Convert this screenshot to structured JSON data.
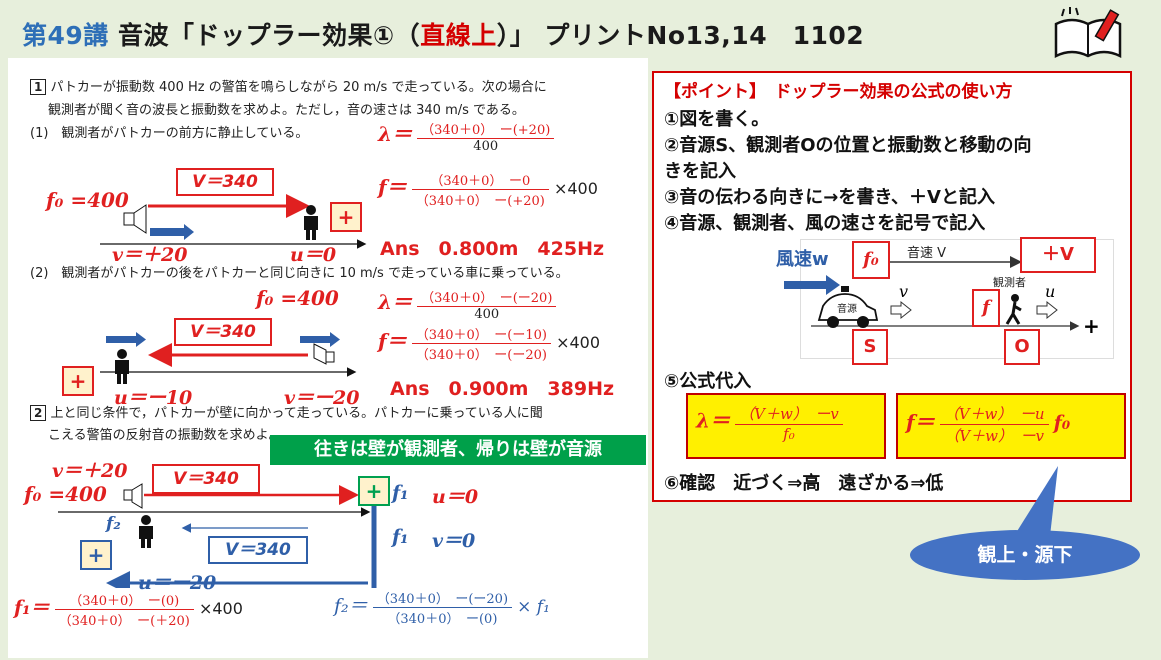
{
  "header": {
    "lecture": "第49講",
    "title_a": "音波「ドップラー効果①（",
    "title_red": "直線上",
    "title_b": "）」 プリントNo13,14　1102"
  },
  "problem1": {
    "number": "1",
    "text_line1": "パトカーが振動数 400 Hz の警笛を鳴らしながら 20 m/s で走っている。次の場合に",
    "text_line2": "観測者が聞く音の波長と振動数を求めよ。ただし，音の速さは 340 m/s である。",
    "sub1": "(1)　観測者がパトカーの前方に静止している。",
    "sub2": "(2)　観測者がパトカーの後をパトカーと同じ向きに 10 m/s で走っている車に乗っている。"
  },
  "case1": {
    "f0": "f₀ =400",
    "V": "V＝340",
    "v": "v＝＋20",
    "u": "u＝0",
    "plus": "+",
    "lambda_lhs": "λ＝",
    "lambda_num": "（340＋0）　ー(+20)",
    "lambda_den": "400",
    "f_lhs": "f＝",
    "f_num": "（340＋0）　ー0",
    "f_den": "（340＋0）　ー(+20)",
    "f_mult": "×400",
    "answer": "Ans　0.800m　425Hz"
  },
  "case2": {
    "f0": "f₀ =400",
    "V": "V＝340",
    "u": "u＝ー10",
    "v": "v＝ー20",
    "plus": "+",
    "lambda_lhs": "λ＝",
    "lambda_num": "（340＋0）　ー(ー20)",
    "lambda_den": "400",
    "f_lhs": "f＝",
    "f_num": "（340＋0）　ー(ー10)",
    "f_den": "（340＋0）　ー(ー20)",
    "f_mult": "×400",
    "answer": "Ans　0.900m　389Hz"
  },
  "problem2": {
    "number": "2",
    "text_line1": "上と同じ条件で，パトカーが壁に向かって走っている。パトカーに乗っている人に聞",
    "text_line2": "こえる警笛の反射音の振動数を求めよ。",
    "banner": "往きは壁が観測者、帰りは壁が音源",
    "v": "v＝＋20",
    "f0": "f₀ =400",
    "V_red": "V＝340",
    "f1_label_a": "f₁",
    "u0": "u＝0",
    "f1_label_b": "f₁",
    "v0": "v＝0",
    "f2_label": "f₂",
    "V_blue": "V＝340",
    "u": "u＝ー20",
    "plus": "+",
    "f1_lhs": "f₁＝",
    "f1_num": "（340＋0）　ー(0)",
    "f1_den": "（340＋0）　ー(＋20)",
    "f1_mult": "×400",
    "f2_lhs": "f₂＝",
    "f2_num": "（340＋0）　ー(ー20)",
    "f2_den": "（340＋0）　ー(0)",
    "f2_mult": "× f₁"
  },
  "point": {
    "heading": "【ポイント】　ドップラー効果の公式の使い方",
    "step1": "①図を書く。",
    "step2a": "②音源S、観測者Oの位置と振動数と移動の向",
    "step2b": "きを記入",
    "step3": "③音の伝わる向きに→を書き、＋Vと記入",
    "step4": "④音源、観測者、風の速さを記号で記入",
    "wind": "風速w",
    "f0": "f₀",
    "sound_speed": "音速 V",
    "plusV": "＋V",
    "source_label": "音源",
    "observer_label": "観測者",
    "v": "v",
    "u": "u",
    "f": "f",
    "S": "S",
    "O": "O",
    "axis_plus": "+",
    "step5": "⑤公式代入",
    "lambda_lhs": "λ＝",
    "lambda_num": "（V＋w）　ーv",
    "lambda_den": "f₀",
    "f_lhs": "f＝",
    "f_num": "（V＋w）　ーu",
    "f_den": "（V＋w）　ーv",
    "f_tail": "f₀",
    "step6": "⑥確認　近づく⇒高　遠ざかる⇒低",
    "callout": "観上・源下"
  },
  "colors": {
    "red": "#e02020",
    "blue": "#2f5fa8",
    "green": "#00a04a",
    "yellow": "#fff000",
    "background": "#e7efdc"
  }
}
